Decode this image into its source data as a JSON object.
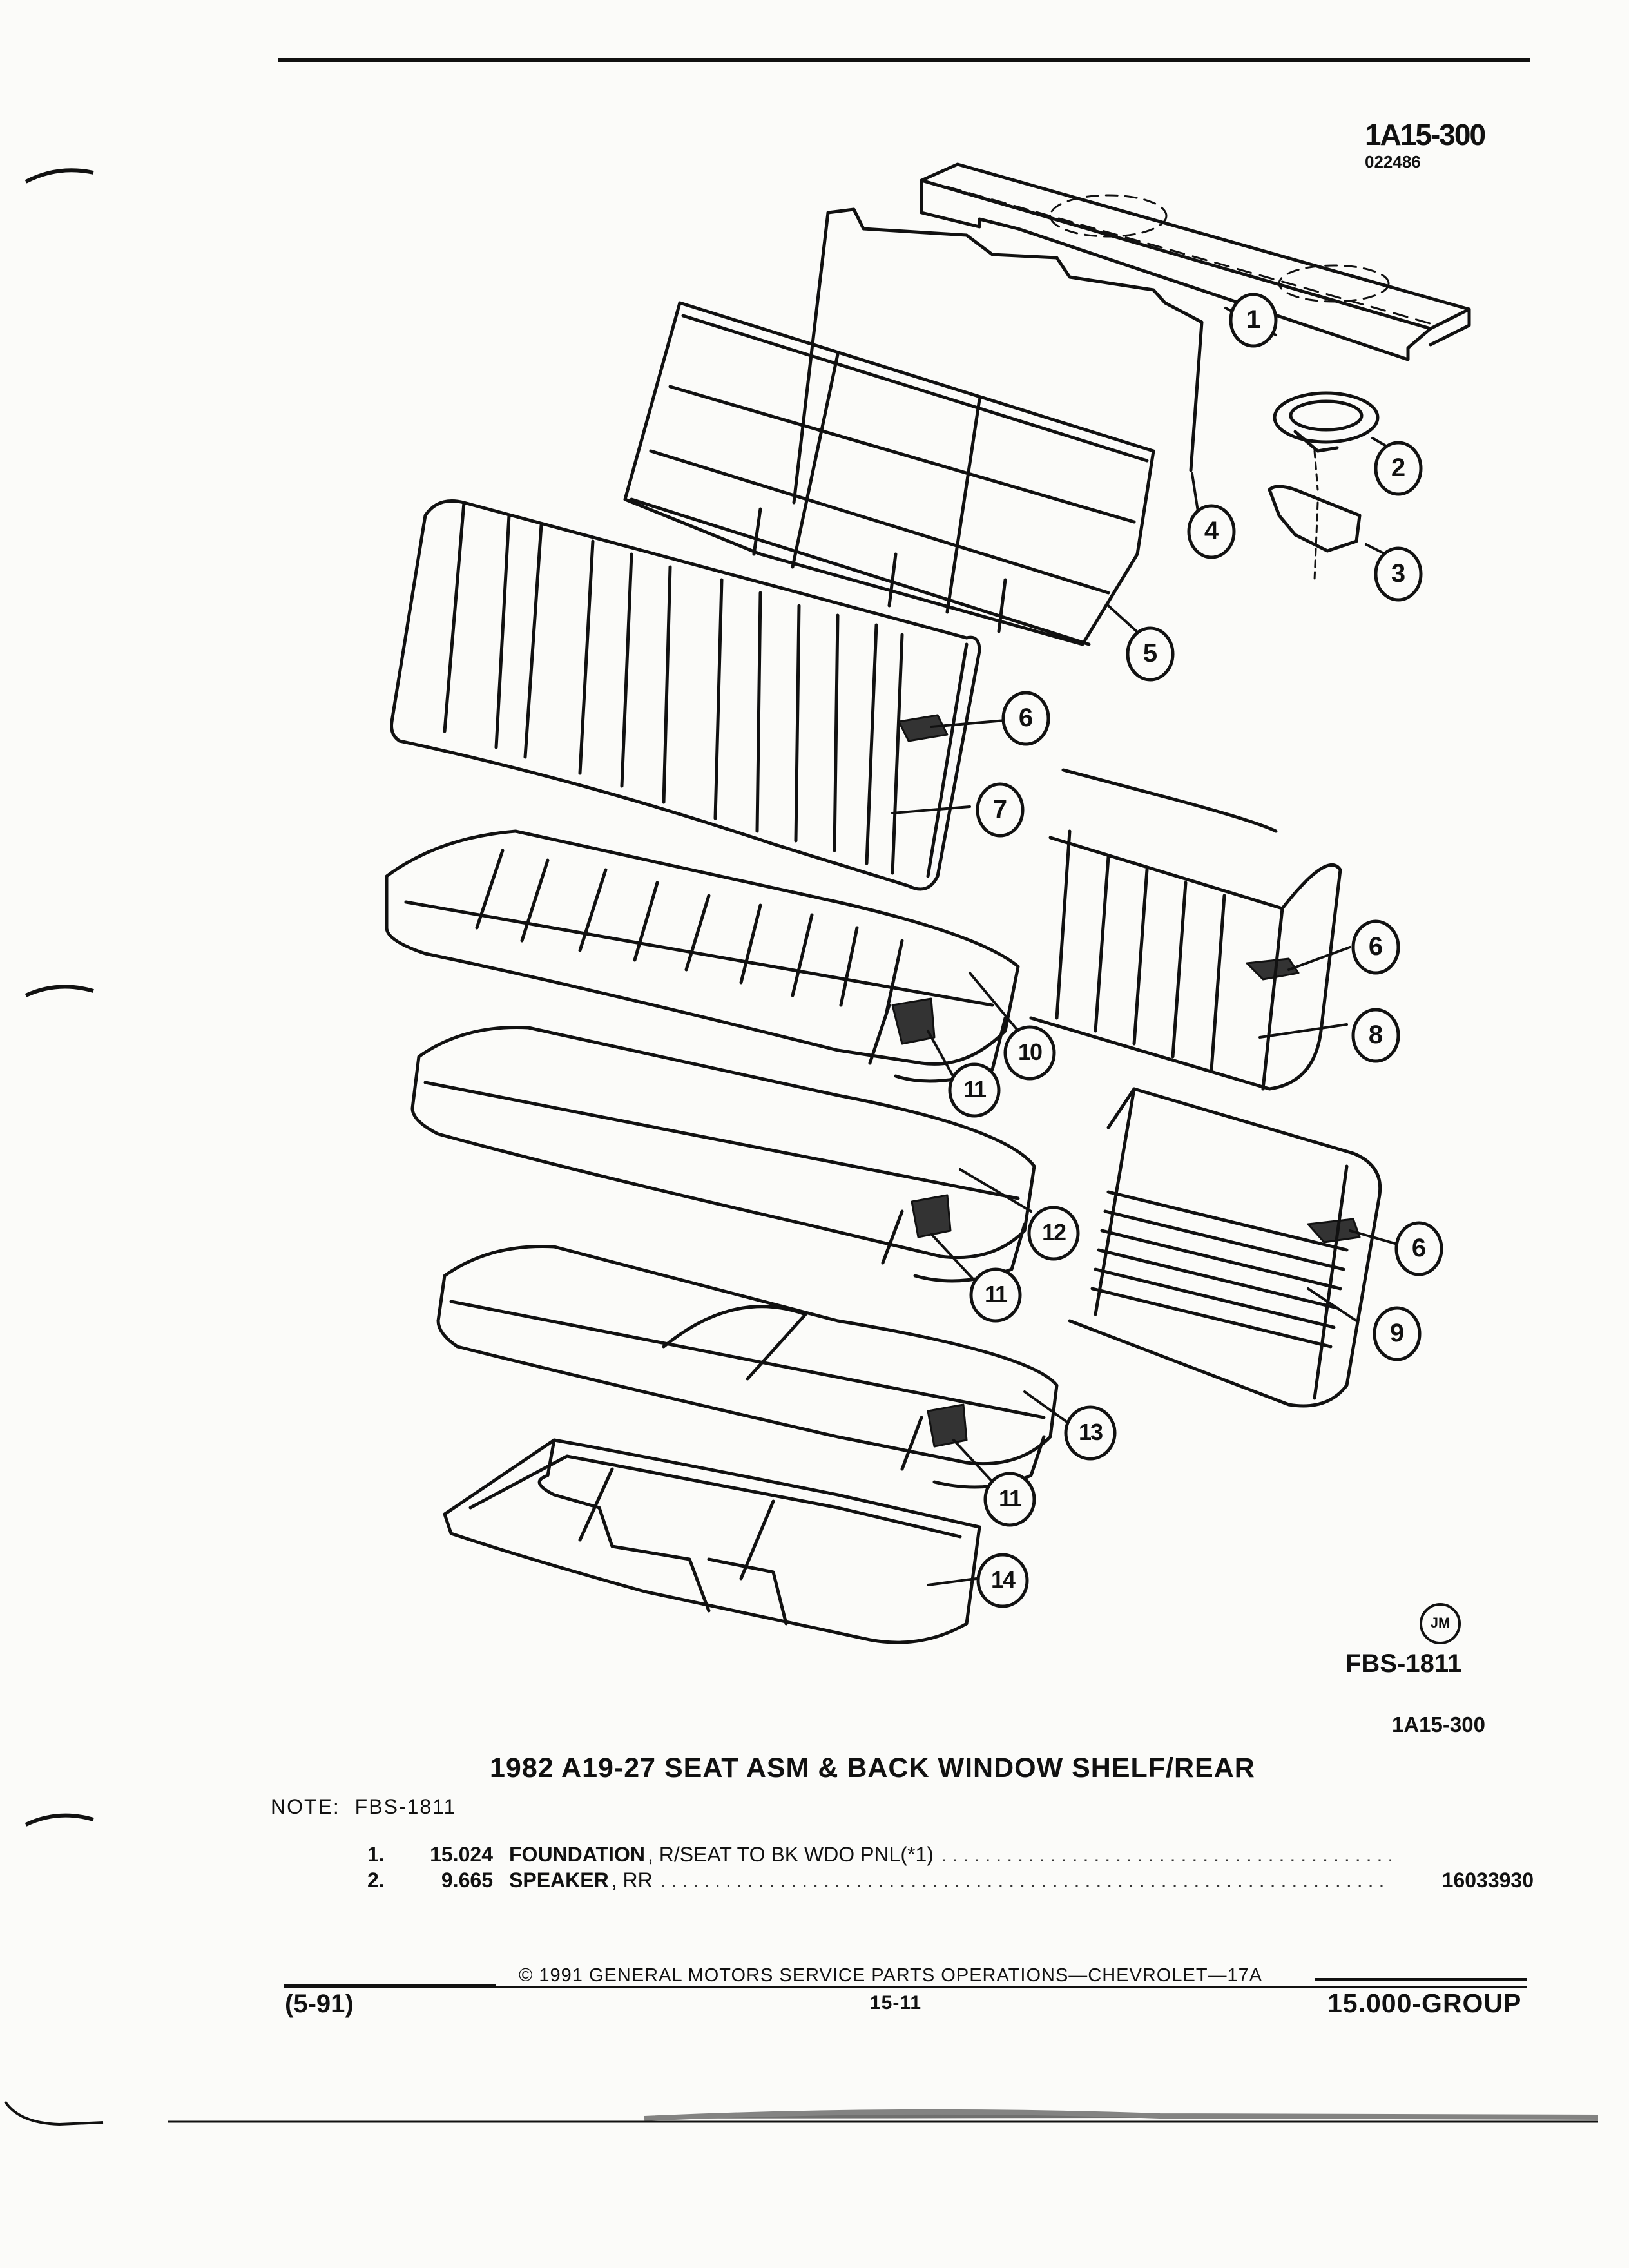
{
  "header": {
    "illustration_code": "1A15-300",
    "illustration_date": "022486"
  },
  "figure": {
    "callouts": [
      "1",
      "2",
      "3",
      "4",
      "5",
      "6",
      "7",
      "6",
      "8",
      "10",
      "11",
      "12",
      "11",
      "6",
      "9",
      "13",
      "11",
      "14"
    ],
    "artist_mark": "JM",
    "figure_code": "FBS-1811"
  },
  "catalog": {
    "ref_code": "1A15-300",
    "title": "1982 A19-27 SEAT ASM & BACK WINDOW SHELF/REAR",
    "note_label": "NOTE:",
    "note_value": "FBS-1811",
    "parts": [
      {
        "num": "1.",
        "code": "15.024",
        "name": "FOUNDATION",
        "desc": ", R/SEAT TO BK WDO PNL(*1)",
        "part_number": ""
      },
      {
        "num": "2.",
        "code": "9.665",
        "name": "SPEAKER",
        "desc": ", RR",
        "part_number": "16033930"
      }
    ]
  },
  "footer": {
    "copyright": "© 1991 GENERAL MOTORS SERVICE PARTS OPERATIONS—CHEVROLET—17A",
    "date_code": "(5-91)",
    "page": "15-11",
    "group": "15.000-GROUP"
  }
}
